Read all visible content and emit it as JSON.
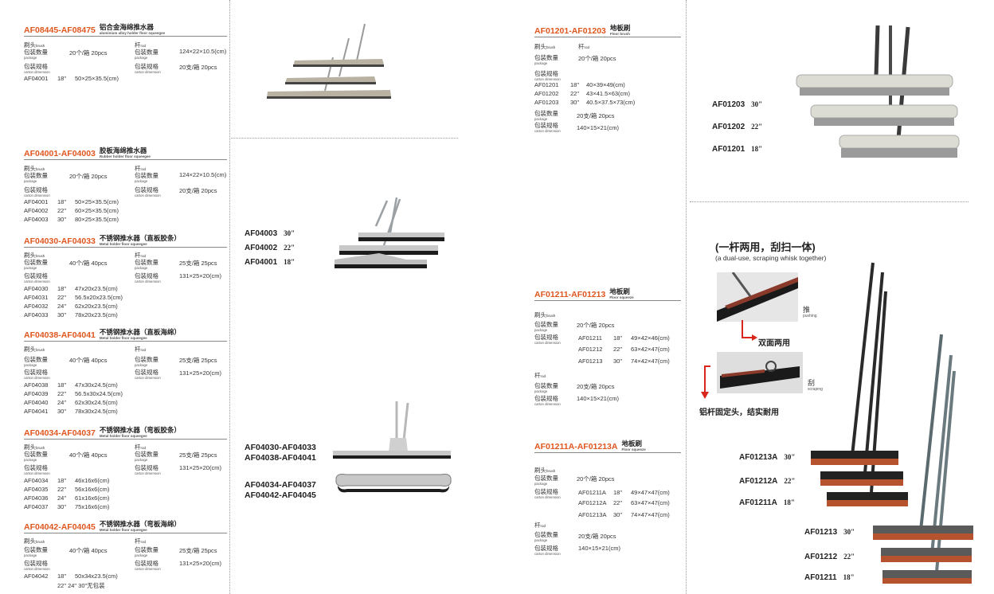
{
  "labels": {
    "brush": "刷头",
    "brush_en": "brush",
    "rod": "杆",
    "rod_en": "rod",
    "package": "包装数量",
    "package_en": "package",
    "carton": "包装规格",
    "carton_en": "carton dimension"
  },
  "col1": {
    "s1": {
      "code": "AF08445-AF08475",
      "cn": "铝合金海绵推水器",
      "en": "aluminium alloy holder floor squeegee",
      "pkg": "20个/箱 20pcs",
      "rod_pkg": "124×22×10.5(cm)",
      "rod_carton": "20支/箱 20pcs",
      "rows": [
        {
          "c": "AF04001",
          "s": "18\"",
          "d": "50×25×35.5(cm)"
        }
      ]
    },
    "s2": {
      "code": "AF04001-AF04003",
      "cn": "胶板海绵推水器",
      "en": "Rubber holder floor squeegee",
      "pkg": "20个/箱 20pcs",
      "rod_pkg": "124×22×10.5(cm)",
      "rod_carton": "20支/箱 20pcs",
      "rows": [
        {
          "c": "AF04001",
          "s": "18\"",
          "d": "50×25×35.5(cm)"
        },
        {
          "c": "AF04002",
          "s": "22\"",
          "d": "60×25×35.5(cm)"
        },
        {
          "c": "AF04003",
          "s": "30\"",
          "d": "80×25×35.5(cm)"
        }
      ]
    },
    "s3": {
      "code": "AF04030-AF04033",
      "cn": "不锈钢推水器（直板胶条）",
      "en": "Metal holder floor squeegee",
      "pkg": "40个/箱 40pcs",
      "rod_pkg": "25支/箱 25pcs",
      "rod_carton": "131×25×20(cm)",
      "rows": [
        {
          "c": "AF04030",
          "s": "18\"",
          "d": "47x20x23.5(cm)"
        },
        {
          "c": "AF04031",
          "s": "22\"",
          "d": "56.5x20x23.5(cm)"
        },
        {
          "c": "AF04032",
          "s": "24\"",
          "d": "62x20x23.5(cm)"
        },
        {
          "c": "AF04033",
          "s": "30\"",
          "d": "78x20x23.5(cm)"
        }
      ]
    },
    "s4": {
      "code": "AF04038-AF04041",
      "cn": "不锈钢推水器（直板海绵）",
      "en": "Metal holder floor squeegee",
      "pkg": "40个/箱 40pcs",
      "rod_pkg": "25支/箱 25pcs",
      "rod_carton": "131×25×20(cm)",
      "rows": [
        {
          "c": "AF04038",
          "s": "18\"",
          "d": "47x30x24.5(cm)"
        },
        {
          "c": "AF04039",
          "s": "22\"",
          "d": "56.5x30x24.5(cm)"
        },
        {
          "c": "AF04040",
          "s": "24\"",
          "d": "62x30x24.5(cm)"
        },
        {
          "c": "AF04041",
          "s": "30\"",
          "d": "78x30x24.5(cm)"
        }
      ]
    },
    "s5": {
      "code": "AF04034-AF04037",
      "cn": "不锈钢推水器（弯板胶条）",
      "en": "Metal holder floor squeegee",
      "pkg": "40个/箱 40pcs",
      "rod_pkg": "25支/箱 25pcs",
      "rod_carton": "131×25×20(cm)",
      "rows": [
        {
          "c": "AF04034",
          "s": "18\"",
          "d": "46x16x6(cm)"
        },
        {
          "c": "AF04035",
          "s": "22\"",
          "d": "56x16x6(cm)"
        },
        {
          "c": "AF04036",
          "s": "24\"",
          "d": "61x16x6(cm)"
        },
        {
          "c": "AF04037",
          "s": "30\"",
          "d": "75x16x6(cm)"
        }
      ]
    },
    "s6": {
      "code": "AF04042-AF04045",
      "cn": "不锈钢推水器（弯板海绵）",
      "en": "Metal holder floor squeegee",
      "pkg": "40个/箱 40pcs",
      "rod_pkg": "25支/箱 25pcs",
      "rod_carton": "131×25×20(cm)",
      "rows": [
        {
          "c": "AF04042",
          "s": "18\"",
          "d": "50x34x23.5(cm)"
        }
      ],
      "note": "22\"  24\"  30\"无包装"
    }
  },
  "col2": {
    "p1": [
      "AF04003",
      "AF04002",
      "AF04001"
    ],
    "p1_in": [
      "30\"",
      "22\"",
      "18\""
    ],
    "p2": [
      "AF04030-AF04033",
      "AF04038-AF04041"
    ],
    "p3": [
      "AF04034-AF04037",
      "AF04042-AF04045"
    ]
  },
  "col3": {
    "s1": {
      "code": "AF01201-AF01203",
      "cn": "地板刷",
      "en": "Floor brush",
      "pkg": "20个/箱 20pcs",
      "rows": [
        {
          "c": "AF01201",
          "s": "18\"",
          "d": "40×39×49(cm)"
        },
        {
          "c": "AF01202",
          "s": "22\"",
          "d": "43×41.5×63(cm)"
        },
        {
          "c": "AF01203",
          "s": "30\"",
          "d": "40.5×37.5×73(cm)"
        }
      ],
      "rod_pkg": "20支/箱 20pcs",
      "rod_carton": "140×15×21(cm)"
    },
    "s2": {
      "code": "AF01211-AF01213",
      "cn": "地板刷",
      "en": "Floor squeeze",
      "pkg": "20个/箱 20pcs",
      "rows": [
        {
          "c": "AF01211",
          "s": "18\"",
          "d": "49×42×46(cm)"
        },
        {
          "c": "AF01212",
          "s": "22\"",
          "d": "63×42×47(cm)"
        },
        {
          "c": "AF01213",
          "s": "30\"",
          "d": "74×42×47(cm)"
        }
      ],
      "rod_pkg": "20支/箱 20pcs",
      "rod_carton": "140×15×21(cm)"
    },
    "s3": {
      "code": "AF01211A-AF01213A",
      "cn": "地板刷",
      "en": "Floor squeeze",
      "pkg": "20个/箱 20pcs",
      "rows": [
        {
          "c": "AF01211A",
          "s": "18\"",
          "d": "49×47×47(cm)"
        },
        {
          "c": "AF01212A",
          "s": "22\"",
          "d": "63×47×47(cm)"
        },
        {
          "c": "AF01213A",
          "s": "30\"",
          "d": "74×47×47(cm)"
        }
      ],
      "rod_pkg": "20支/箱 20pcs",
      "rod_carton": "140×15×21(cm)"
    }
  },
  "col4": {
    "p1": [
      "AF01203",
      "AF01202",
      "AF01201"
    ],
    "p1_in": [
      "30\"",
      "22\"",
      "18\""
    ],
    "title_cn": "(一杆两用，刮扫一体)",
    "title_en": "(a dual-use, scraping whisk together)",
    "push_cn": "推",
    "push_en": "pushing",
    "scrape_cn": "刮",
    "scrape_en": "scraping",
    "dual": "双面两用",
    "fixed": "铝杆固定头，结实耐用",
    "pA": [
      "AF01213A",
      "AF01212A",
      "AF01211A"
    ],
    "pA_in": [
      "30\"",
      "22\"",
      "18\""
    ],
    "pB": [
      "AF01213",
      "AF01212",
      "AF01211"
    ],
    "pB_in": [
      "30\"",
      "22\"",
      "18\""
    ]
  },
  "colors": {
    "accent": "#e0561f",
    "arrow": "#d9261c"
  }
}
